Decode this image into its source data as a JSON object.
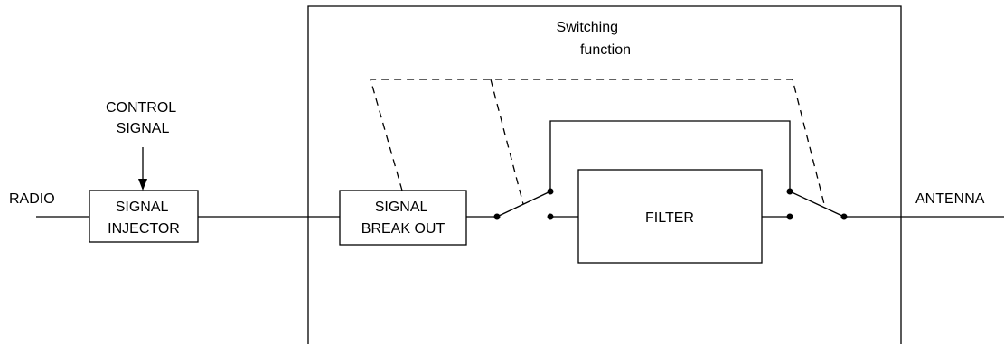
{
  "labels": {
    "radio": "RADIO",
    "antenna": "ANTENNA",
    "control_signal": [
      "CONTROL",
      "SIGNAL"
    ],
    "switching_function": [
      "Switching",
      "function"
    ]
  },
  "blocks": {
    "signal_injector": [
      "SIGNAL",
      "INJECTOR"
    ],
    "signal_break_out": [
      "SIGNAL",
      "BREAK OUT"
    ],
    "filter": "FILTER"
  },
  "colors": {
    "line": "#000000",
    "background": "#ffffff"
  }
}
